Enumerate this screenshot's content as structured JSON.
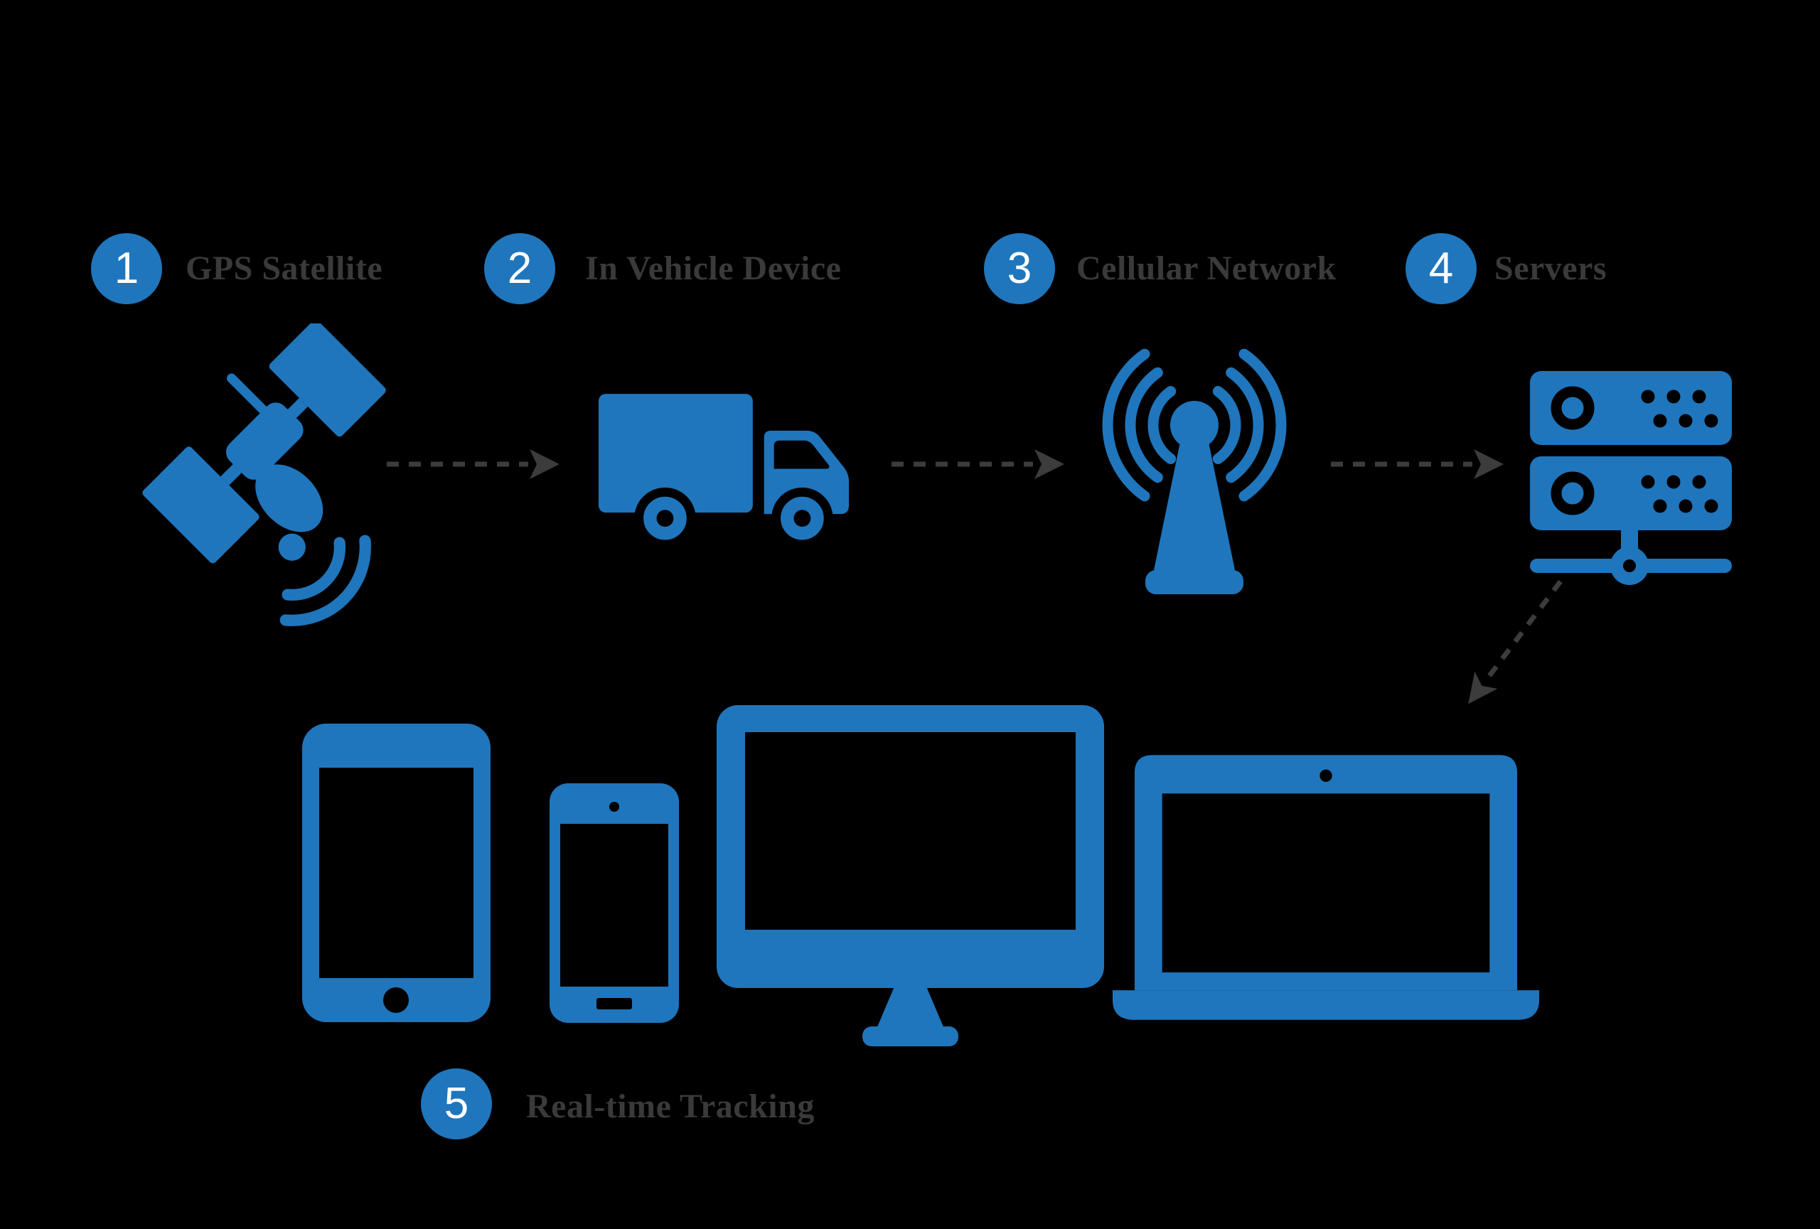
{
  "colors": {
    "background": "#000000",
    "accent_blue": "#1F76BC",
    "label_text": "#3A3A3A",
    "badge_number": "#FFFFFF",
    "arrow": "#3C3C3C"
  },
  "steps": [
    {
      "number": "1",
      "label": "GPS Satellite",
      "icon": "gps-satellite-icon"
    },
    {
      "number": "2",
      "label": "In Vehicle Device",
      "icon": "delivery-truck-icon"
    },
    {
      "number": "3",
      "label": "Cellular Network",
      "icon": "cell-tower-icon"
    },
    {
      "number": "4",
      "label": "Servers",
      "icon": "server-rack-icon"
    },
    {
      "number": "5",
      "label": "Real-time Tracking",
      "icon": "multi-device-icons"
    }
  ]
}
